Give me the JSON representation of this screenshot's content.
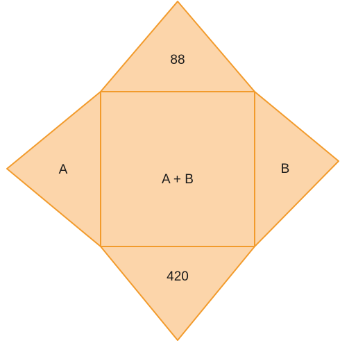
{
  "diagram": {
    "colors": {
      "fill": "#fcd5aa",
      "stroke": "#f29b2c",
      "text": "#1a1a1a"
    },
    "regions": {
      "top": {
        "label": "88"
      },
      "left": {
        "label": "A"
      },
      "center": {
        "label": "A + B"
      },
      "right": {
        "label": "B"
      },
      "bottom": {
        "label": "420"
      }
    }
  }
}
